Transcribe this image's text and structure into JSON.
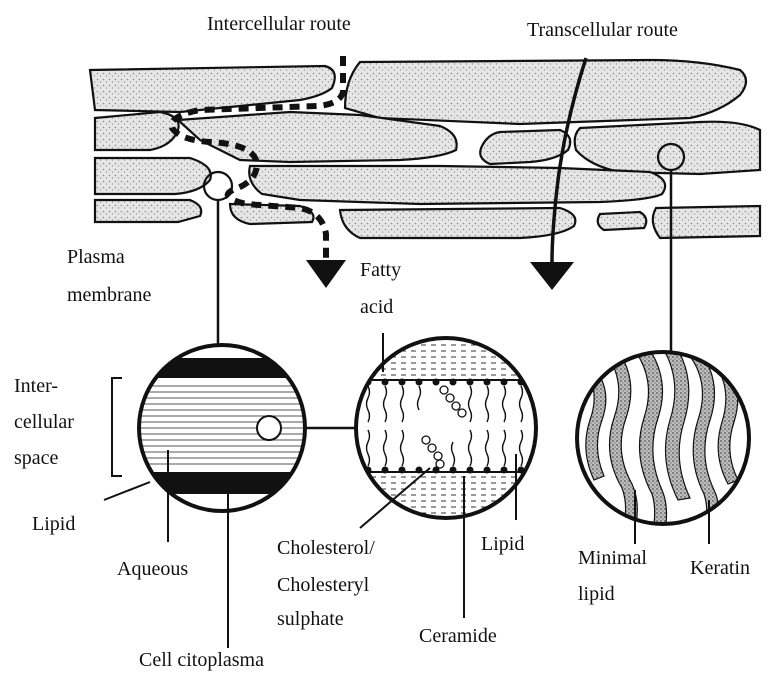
{
  "labels": {
    "intercellular_route": "Intercellular route",
    "transcellular_route": "Transcellular route",
    "plasma_membrane_1": "Plasma",
    "plasma_membrane_2": "membrane",
    "fatty_acid_1": "Fatty",
    "fatty_acid_2": "acid",
    "intercellular_space_1": "Inter-",
    "intercellular_space_2": "cellular",
    "intercellular_space_3": "space",
    "lipid_left": "Lipid",
    "aqueous": "Aqueous",
    "cell_citoplasma": "Cell citoplasma",
    "cholesterol_1": "Cholesterol/",
    "cholesterol_2": "Cholesteryl",
    "cholesterol_3": "sulphate",
    "lipid_mid": "Lipid",
    "ceramide": "Ceramide",
    "minimal_lipid_1": "Minimal",
    "minimal_lipid_2": "lipid",
    "keratin": "Keratin"
  },
  "colors": {
    "ink": "#111111",
    "cell_fill": "#e3e3e3",
    "background": "#ffffff"
  }
}
